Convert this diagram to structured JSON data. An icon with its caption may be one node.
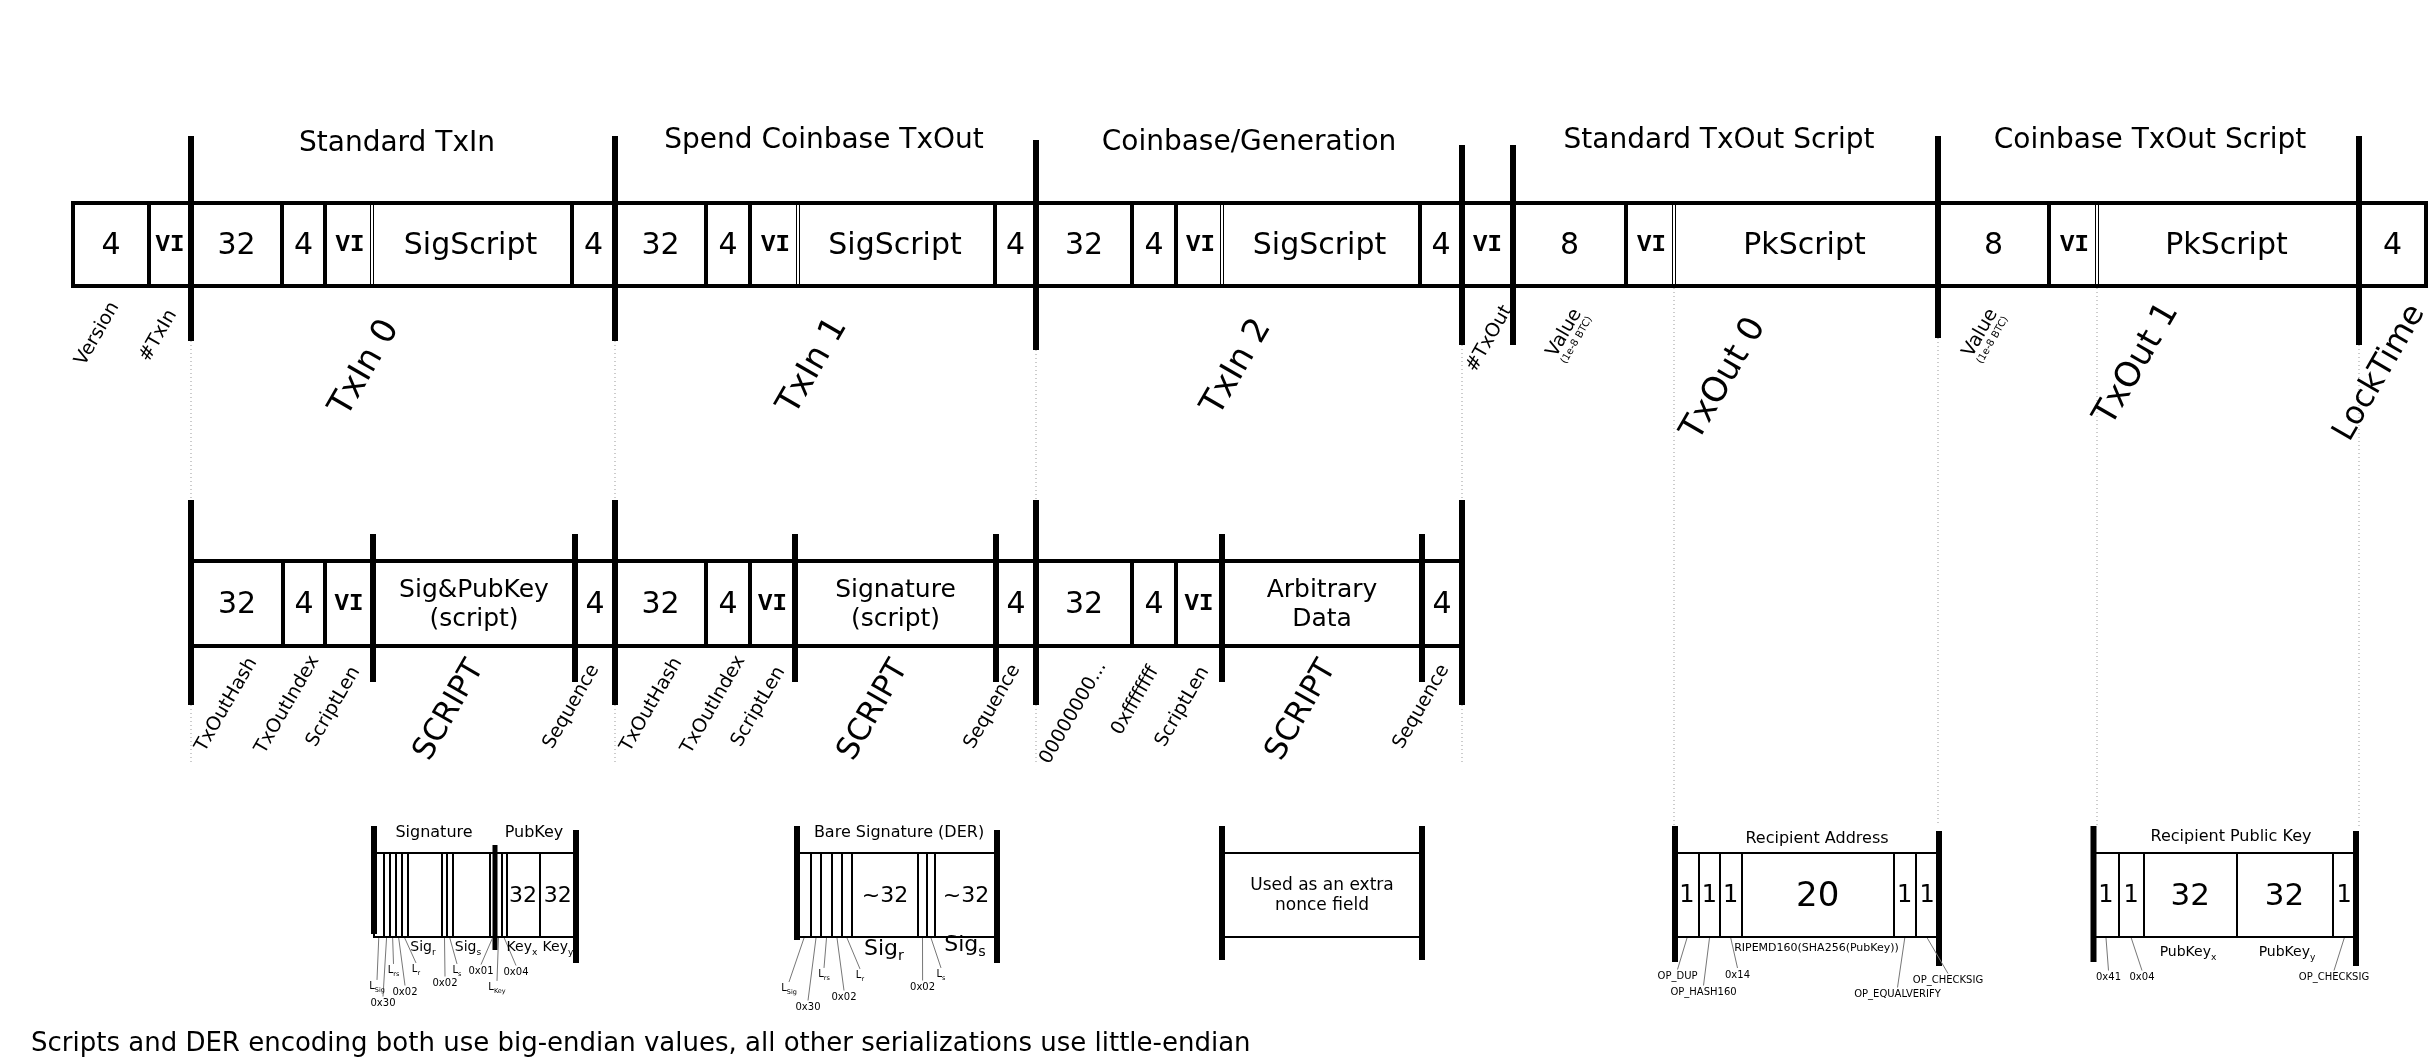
{
  "diagram": {
    "nodes": [
      {
        "text": [
          "4"
        ],
        "beside": [
          "Version"
        ]
      },
      {
        "text": [
          "VI"
        ],
        "beside": [
          "#TxIn"
        ]
      },
      {
        "text": [
          "32"
        ]
      },
      {
        "text": [
          "4"
        ]
      },
      {
        "text": [
          "VI"
        ]
      },
      {
        "text": [
          "SigScript"
        ]
      },
      {
        "text": [
          "4"
        ]
      },
      {
        "text": [
          "32"
        ]
      },
      {
        "text": [
          "4"
        ]
      },
      {
        "text": [
          "VI"
        ]
      },
      {
        "text": [
          "SigScript"
        ]
      },
      {
        "text": [
          "4"
        ]
      },
      {
        "text": [
          "32"
        ]
      },
      {
        "text": [
          "4"
        ]
      },
      {
        "text": [
          "VI"
        ]
      },
      {
        "text": [
          "SigScript"
        ]
      },
      {
        "text": [
          "4"
        ]
      },
      {
        "text": [
          "VI"
        ],
        "beside": [
          "#TxOut"
        ]
      },
      {
        "text": [
          "8"
        ],
        "beside": [
          "Value",
          "(1e-8 BTC)"
        ]
      },
      {
        "text": [
          "VI"
        ]
      },
      {
        "text": [
          "PkScript"
        ]
      },
      {
        "text": [
          "8"
        ],
        "beside": [
          "Value",
          "(1e-8 BTC)"
        ]
      },
      {
        "text": [
          "VI"
        ]
      },
      {
        "text": [
          "PkScript"
        ]
      },
      {
        "text": [
          "4"
        ],
        "beside": [
          "LockTime"
        ]
      },
      {
        "text": [
          "32"
        ],
        "beside": [
          "TxOutHash"
        ]
      },
      {
        "text": [
          "4"
        ],
        "beside": [
          "TxOutIndex"
        ]
      },
      {
        "text": [
          "VI"
        ],
        "beside": [
          "ScriptLen"
        ]
      },
      {
        "text": [
          "Sig&PubKey (script)"
        ],
        "beside": [
          "SCRIPT"
        ]
      },
      {
        "text": [
          "4"
        ],
        "beside": [
          "Sequence"
        ]
      },
      {
        "text": [
          "32"
        ],
        "beside": [
          "TxOutHash"
        ]
      },
      {
        "text": [
          "4"
        ],
        "beside": [
          "TxOutIndex"
        ]
      },
      {
        "text": [
          "VI"
        ],
        "beside": [
          "ScriptLen"
        ]
      },
      {
        "text": [
          "Signature (script)"
        ],
        "beside": [
          "SCRIPT"
        ]
      },
      {
        "text": [
          "4"
        ],
        "beside": [
          "Sequence"
        ]
      },
      {
        "text": [
          "32"
        ],
        "beside": [
          "00000000..."
        ]
      },
      {
        "text": [
          "4"
        ],
        "beside": [
          "0xffffffff"
        ]
      },
      {
        "text": [
          "VI"
        ],
        "beside": [
          "ScriptLen"
        ]
      },
      {
        "text": [
          "Arbitrary Data"
        ],
        "beside": [
          "SCRIPT"
        ]
      },
      {
        "text": [
          "4"
        ],
        "beside": [
          "Sequence"
        ]
      },
      {
        "text": [
          "32"
        ],
        "beside": [
          "Key$_{x}$"
        ]
      },
      {
        "text": [
          "32"
        ],
        "beside": [
          "Key$_{y}$"
        ]
      },
      {
        "text": [
          "~32"
        ],
        "beside": [
          "Sig$_{r}$"
        ]
      },
      {
        "text": [
          "~32"
        ],
        "beside": [
          "Sig$_{s}$"
        ]
      },
      {
        "text": [
          "Used as an extra nonce field"
        ]
      },
      {
        "text": [
          "1"
        ]
      },
      {
        "text": [
          "1"
        ]
      },
      {
        "text": [
          "1"
        ]
      },
      {
        "text": [
          "20"
        ],
        "beside": [
          "RIPEMD160(SHA256(PubKey))"
        ]
      },
      {
        "text": [
          "1"
        ]
      },
      {
        "text": [
          "1"
        ]
      },
      {
        "text": [
          "1"
        ]
      },
      {
        "text": [
          "1"
        ]
      },
      {
        "text": [
          "32"
        ],
        "beside": [
          "PubKey$_{x}$"
        ]
      },
      {
        "text": [
          "32"
        ],
        "beside": [
          "PubKey$_{y}$"
        ]
      },
      {
        "text": [
          "1"
        ]
      },
      {
        "text": [
          "L$_{Sig}$"
        ]
      },
      {
        "text": [
          "0x30"
        ]
      },
      {
        "text": [
          "L$_{rs}$"
        ]
      },
      {
        "text": [
          "0x02"
        ]
      },
      {
        "text": [
          "L$_{r}$"
        ]
      },
      {
        "text": [
          "0x02"
        ]
      },
      {
        "text": [
          "L$_{s}$"
        ]
      },
      {
        "text": [
          "0x01"
        ]
      },
      {
        "text": [
          "L$_{Key}$"
        ]
      },
      {
        "text": [
          "0x04"
        ]
      },
      {
        "text": [
          "L$_{Sig}$"
        ]
      },
      {
        "text": [
          "0x30"
        ]
      },
      {
        "text": [
          "L$_{rs}$"
        ]
      },
      {
        "text": [
          "0x02"
        ]
      },
      {
        "text": [
          "L$_{r}$"
        ]
      },
      {
        "text": [
          "0x02"
        ]
      },
      {
        "text": [
          "L$_{s}$"
        ]
      },
      {
        "text": [
          "OP_DUP"
        ]
      },
      {
        "text": [
          "OP_HASH160"
        ]
      },
      {
        "text": [
          "0x14"
        ]
      },
      {
        "text": [
          "OP_EQUALVERIFY"
        ]
      },
      {
        "text": [
          "OP_CHECKSIG"
        ]
      },
      {
        "text": [
          "0x41"
        ]
      },
      {
        "text": [
          "0x04"
        ]
      },
      {
        "text": [
          "OP_CHECKSIG"
        ]
      },
      {
        "text": [],
        "shape": "box"
      },
      {
        "text": [],
        "shape": "box"
      },
      {
        "text": [],
        "shape": "box"
      },
      {
        "text": [],
        "shape": "box"
      },
      {
        "text": [],
        "shape": "box"
      },
      {
        "text": [],
        "shape": "box",
        "beside": [
          "Sig$_{r}$"
        ]
      },
      {
        "text": [],
        "shape": "box"
      },
      {
        "text": [],
        "shape": "box"
      },
      {
        "text": [],
        "shape": "box",
        "beside": [
          "Sig$_{s}$"
        ]
      },
      {
        "text": [],
        "shape": "box"
      },
      {
        "text": [],
        "shape": "box"
      },
      {
        "text": [],
        "shape": "box"
      },
      {
        "text": [],
        "shape": "box"
      },
      {
        "text": [],
        "shape": "box"
      },
      {
        "text": [],
        "shape": "box"
      },
      {
        "text": [],
        "shape": "box"
      },
      {
        "text": [],
        "shape": "box"
      },
      {
        "text": [],
        "shape": "box"
      },
      {
        "text": [],
        "shape": "box"
      }
    ],
    "edges": [
      {
        "from": 56,
        "to": 81,
        "arrow": "none"
      },
      {
        "from": 57,
        "to": 82,
        "arrow": "none"
      },
      {
        "from": 58,
        "to": 83,
        "arrow": "none"
      },
      {
        "from": 59,
        "to": 84,
        "arrow": "none"
      },
      {
        "from": 60,
        "to": 85,
        "arrow": "none"
      },
      {
        "from": 61,
        "to": 87,
        "arrow": "none"
      },
      {
        "from": 62,
        "to": 88,
        "arrow": "none"
      },
      {
        "from": 63,
        "to": 90,
        "arrow": "none"
      },
      {
        "from": 64,
        "to": 91,
        "arrow": "none"
      },
      {
        "from": 65,
        "to": 92,
        "arrow": "none"
      },
      {
        "from": 66,
        "to": 93,
        "arrow": "none"
      },
      {
        "from": 67,
        "to": 94,
        "arrow": "none"
      },
      {
        "from": 68,
        "to": 95,
        "arrow": "none"
      },
      {
        "from": 69,
        "to": 96,
        "arrow": "none"
      },
      {
        "from": 70,
        "to": 97,
        "arrow": "none"
      },
      {
        "from": 71,
        "to": 98,
        "arrow": "none"
      },
      {
        "from": 72,
        "to": 99,
        "arrow": "none"
      },
      {
        "from": 73,
        "to": 45,
        "arrow": "none"
      },
      {
        "from": 74,
        "to": 46,
        "arrow": "none"
      },
      {
        "from": 75,
        "to": 47,
        "arrow": "none"
      },
      {
        "from": 76,
        "to": 49,
        "arrow": "none"
      },
      {
        "from": 77,
        "to": 50,
        "arrow": "none"
      },
      {
        "from": 78,
        "to": 51,
        "arrow": "none"
      },
      {
        "from": 79,
        "to": 52,
        "arrow": "none"
      },
      {
        "from": 80,
        "to": 55,
        "arrow": "none"
      }
    ],
    "labels": [
      "Standard TxIn",
      "Spend Coinbase TxOut",
      "Coinbase/Generation",
      "Standard TxOut Script",
      "Coinbase TxOut Script",
      "TxIn 0",
      "TxIn 1",
      "TxIn 2",
      "TxOut 0",
      "TxOut 1",
      "Signature",
      "PubKey",
      "Bare Signature (DER)",
      "Recipient Address",
      "Recipient Public Key",
      "Scripts and DER encoding both use big-endian values, all other serializations use little-endian"
    ]
  }
}
